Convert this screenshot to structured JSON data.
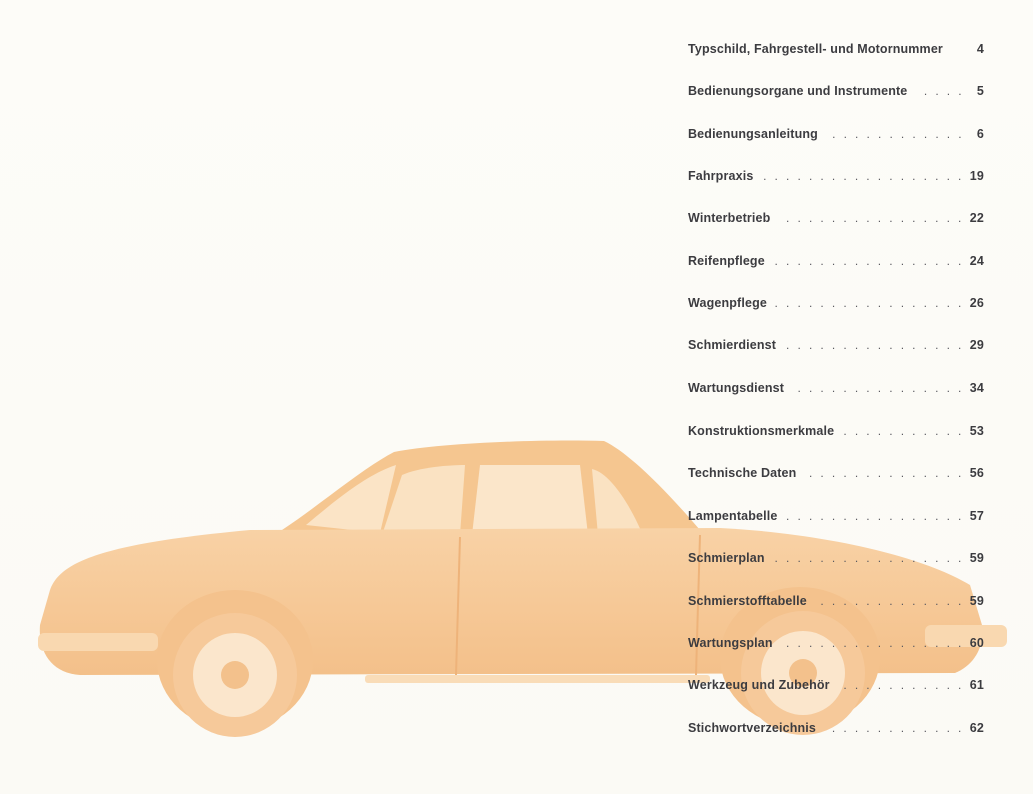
{
  "toc": {
    "entries": [
      {
        "title": "Typschild, Fahrgestell- und Motornummer",
        "page": "4",
        "leader": false
      },
      {
        "title": "Bedienungsorgane und Instrumente",
        "page": "5",
        "leader": true
      },
      {
        "title": "Bedienungsanleitung",
        "page": "6",
        "leader": true
      },
      {
        "title": "Fahrpraxis",
        "page": "19",
        "leader": true
      },
      {
        "title": "Winterbetrieb",
        "page": "22",
        "leader": true
      },
      {
        "title": "Reifenpflege",
        "page": "24",
        "leader": true
      },
      {
        "title": "Wagenpflege",
        "page": "26",
        "leader": true
      },
      {
        "title": "Schmierdienst",
        "page": "29",
        "leader": true
      },
      {
        "title": "Wartungsdienst",
        "page": "34",
        "leader": true
      },
      {
        "title": "Konstruktionsmerkmale",
        "page": "53",
        "leader": true
      },
      {
        "title": "Technische Daten",
        "page": "56",
        "leader": true
      },
      {
        "title": "Lampentabelle",
        "page": "57",
        "leader": true
      },
      {
        "title": "Schmierplan",
        "page": "59",
        "leader": true
      },
      {
        "title": "Schmierstofftabelle",
        "page": "59",
        "leader": true
      },
      {
        "title": "Wartungsplan",
        "page": "60",
        "leader": true
      },
      {
        "title": "Werkzeug und Zubehör",
        "page": "61",
        "leader": true
      },
      {
        "title": "Stichwortverzeichnis",
        "page": "62",
        "leader": true
      }
    ]
  },
  "colors": {
    "car_tint": "#f7cc9a",
    "text": "#3c3c40"
  }
}
